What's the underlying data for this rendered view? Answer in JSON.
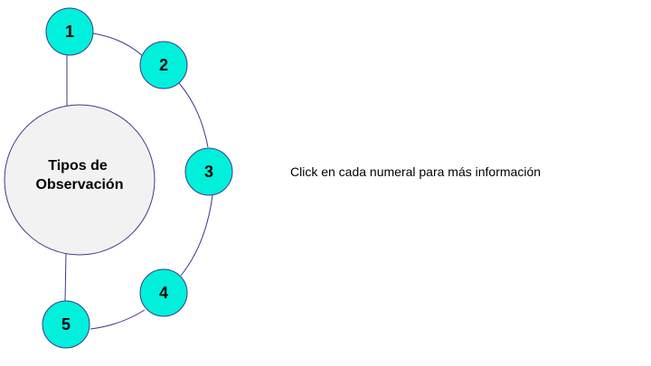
{
  "diagram": {
    "center_label_line1": "Tipos de",
    "center_label_line2": "Observación",
    "nodes": [
      {
        "label": "1"
      },
      {
        "label": "2"
      },
      {
        "label": "3"
      },
      {
        "label": "4"
      },
      {
        "label": "5"
      }
    ]
  },
  "instruction": "Click en cada numeral para más información",
  "colors": {
    "node_fill": "#00f0dc",
    "node_stroke": "#3a3a8a",
    "center_fill": "#f2f2f2",
    "connector": "#3a3a8a"
  }
}
